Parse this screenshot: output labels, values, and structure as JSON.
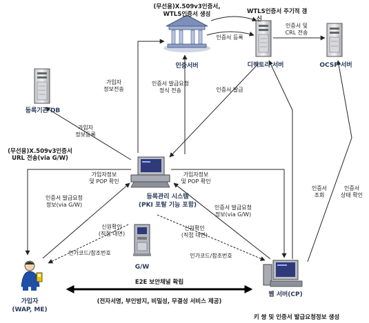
{
  "nodes": {
    "ca": "인증서버",
    "directory": "디렉토리 서버",
    "ocsp": "OCSP 서버",
    "reg_db": "등록기관 DB",
    "ra_line1": "등록관리 시스템",
    "ra_line2": "(PKI 포탈 기능 포함)",
    "gw": "G/W",
    "subscriber_line1": "가입자",
    "subscriber_line2": "(WAP, ME)",
    "web_server": "웹 서버(CP)"
  },
  "edges": {
    "ca_note_line1": "(무선용)X.509v3인증서,",
    "ca_note_line2": "WTLS인증서 생성",
    "ca_to_dir": "인증서 등록",
    "wtls_line1": "WTLS인증서 주기적 갱",
    "wtls_line2": "신",
    "dir_to_ocsp_line1": "인증서 및",
    "dir_to_ocsp_line2": "CRL 전송",
    "ra_to_ca_line1": "가입자",
    "ra_to_ca_line2": "정보전송",
    "ra_req_line1": "인증서 발급요청",
    "ra_req_line2": "정식 전송",
    "cert_issue": "인증서 발급",
    "ra_to_db_line1": "가입자",
    "ra_to_db_line2": "정보등록",
    "url_line1": "(무선용)X.509v3인증서",
    "url_line2": "URL 전송(via G/W)",
    "sub_to_ra_line1": "가입자정보",
    "sub_to_ra_line2": "및 POP 확인",
    "web_to_ra_line1": "가입자정보",
    "web_to_ra_line2": "및 POP 확인",
    "cert_req_left_line1": "인증서 발급요청",
    "cert_req_left_line2": "정보(via G/W)",
    "cert_req_right_line1": "인증서 발급요청",
    "cert_req_right_line2": "정보(via G/W)",
    "identity_left_line1": "신원확인",
    "identity_left_line2": "(직접 대면)",
    "identity_right_line1": "신원확인",
    "identity_right_line2": "(직접 대면)",
    "auth_code_left": "인가코드/참조번호",
    "auth_code_right": "인가코드/참조번호",
    "cert_lookup_line1": "인증서",
    "cert_lookup_line2": "조회",
    "cert_status_line1": "인증서",
    "cert_status_line2": "상태 확인",
    "e2e_line1": "E2E 보안채널 확립",
    "e2e_line2": "(전자서명, 부인방지, 비밀성, 무결성 서비스 제공)",
    "key_pair": "키 쌍 및 인증서 발급요청정보 생성"
  },
  "icons": [
    "server-rack-icon",
    "bank-building-icon",
    "computer-terminal-icon",
    "atm-gateway-icon",
    "person-mobile-icon",
    "workstation-icon"
  ]
}
